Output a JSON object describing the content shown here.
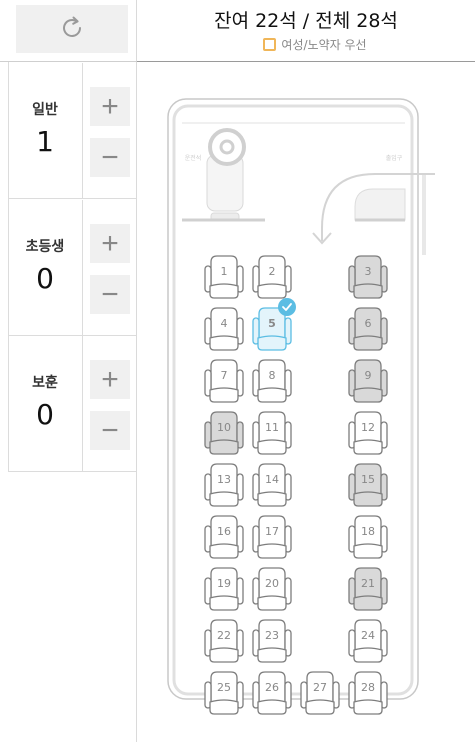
{
  "header": {
    "title": "잔여 22석 / 전체 28석",
    "legend_label": "여성/노약자 우선",
    "legend_color": "#f0b659"
  },
  "refresh": {
    "icon": "refresh-icon"
  },
  "passengers": [
    {
      "label": "일반",
      "count": "1",
      "plus": "+",
      "minus": "−"
    },
    {
      "label": "초등생",
      "count": "0",
      "plus": "+",
      "minus": "−"
    },
    {
      "label": "보훈",
      "count": "0",
      "plus": "+",
      "minus": "−"
    }
  ],
  "bus": {
    "driver_label": "운전석",
    "door_label": "출입구",
    "seats": [
      {
        "num": "1",
        "status": "available"
      },
      {
        "num": "2",
        "status": "available"
      },
      {
        "num": "3",
        "status": "occupied"
      },
      {
        "num": "4",
        "status": "available"
      },
      {
        "num": "5",
        "status": "selected"
      },
      {
        "num": "6",
        "status": "occupied"
      },
      {
        "num": "7",
        "status": "available"
      },
      {
        "num": "8",
        "status": "available"
      },
      {
        "num": "9",
        "status": "occupied"
      },
      {
        "num": "10",
        "status": "occupied"
      },
      {
        "num": "11",
        "status": "available"
      },
      {
        "num": "12",
        "status": "available"
      },
      {
        "num": "13",
        "status": "available"
      },
      {
        "num": "14",
        "status": "available"
      },
      {
        "num": "15",
        "status": "occupied"
      },
      {
        "num": "16",
        "status": "available"
      },
      {
        "num": "17",
        "status": "available"
      },
      {
        "num": "18",
        "status": "available"
      },
      {
        "num": "19",
        "status": "available"
      },
      {
        "num": "20",
        "status": "available"
      },
      {
        "num": "21",
        "status": "occupied"
      },
      {
        "num": "22",
        "status": "available"
      },
      {
        "num": "23",
        "status": "available"
      },
      {
        "num": "24",
        "status": "available"
      },
      {
        "num": "25",
        "status": "available"
      },
      {
        "num": "26",
        "status": "available"
      },
      {
        "num": "27",
        "status": "available"
      },
      {
        "num": "28",
        "status": "available"
      }
    ]
  },
  "colors": {
    "available_fill": "#ffffff",
    "occupied_fill": "#d9d9d9",
    "selected_fill": "#e3f4fb",
    "selected_stroke": "#5bbde3",
    "seat_stroke": "#7d7d7d"
  }
}
